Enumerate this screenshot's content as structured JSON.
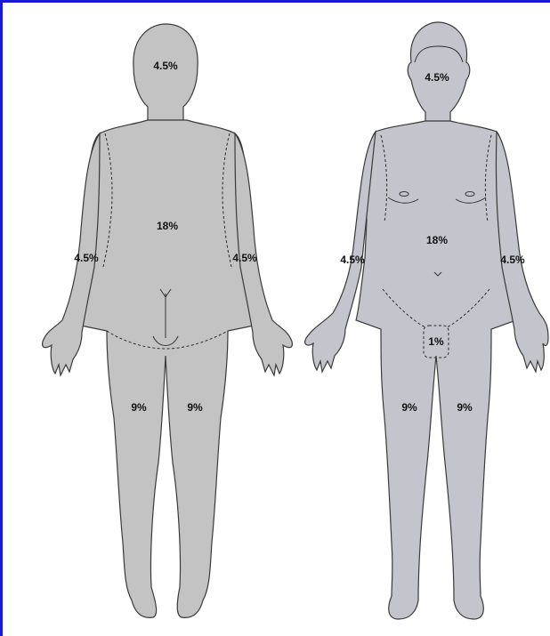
{
  "figures": [
    {
      "view": "back",
      "labels": {
        "head": "4.5%",
        "trunk": "18%",
        "left_arm": "4.5%",
        "right_arm": "4.5%",
        "left_leg": "9%",
        "right_leg": "9%"
      }
    },
    {
      "view": "front",
      "labels": {
        "head": "4.5%",
        "trunk": "18%",
        "left_arm": "4.5%",
        "right_arm": "4.5%",
        "genitals": "1%",
        "left_leg": "9%",
        "right_leg": "9%"
      }
    }
  ],
  "colors": {
    "border": "#1a1ad6",
    "body": "#c3c3c3",
    "outline": "#3a3a3a"
  }
}
